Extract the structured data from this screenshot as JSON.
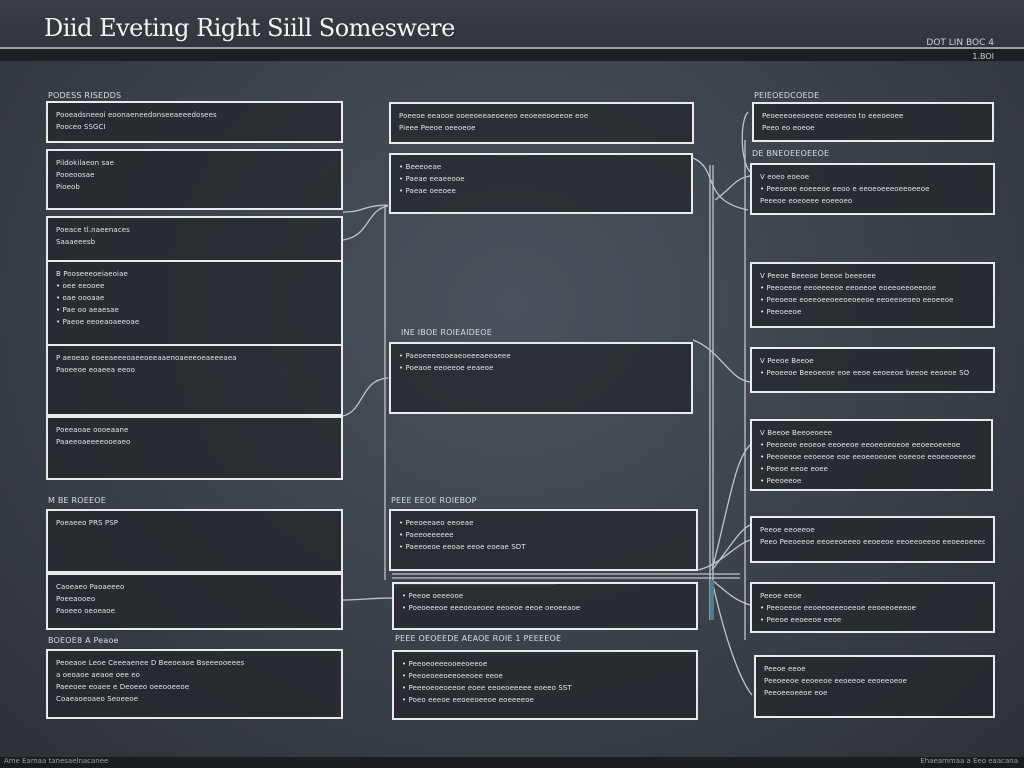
{
  "header": {
    "title": "Diid Eveting Right Siill Someswere",
    "version": "DOT LIN BOC 4",
    "version_sub": "1.BOI"
  },
  "footer": {
    "left": "Ame  Eamaa tanesaelnacanee",
    "right": "Ehaeammaa a  Eeo eaacana"
  },
  "left_column": {
    "title": "PODESS RISEDDS",
    "group1": {
      "lines": [
        "Pooeadsneeoi eoonaeneedonseeaeeedosees",
        "Pooceo SSGCI"
      ]
    },
    "group2": {
      "lines": [
        "Pildokilaeon sae",
        "Pooeoosae",
        "Pioeob"
      ]
    },
    "group3": {
      "lines": [
        "Poeace tl.naeenaces",
        "Saaaeeesb"
      ]
    },
    "group4": {
      "lines": [
        "B Pooseeeoeiaeoiae",
        "• oee eeooee",
        "• oae oooaae",
        "• Pae oo aeaesae",
        "• Paeoe eeoeaoaeeoae"
      ]
    },
    "group5": {
      "lines": [
        "P aeoeao eoeeaeeeoaeeoeeaaenoaeeeoeaeeeaea",
        "Paoeeoe eoaeea eeoo"
      ]
    },
    "group6": {
      "lines": [
        "Poeeaoae oooeaane",
        "Paaeeoaeeeeooeaeo"
      ]
    },
    "section2_title": "M BE  ROEEOE",
    "group7": {
      "lines": [
        "Poeaeeo PRS PSP"
      ]
    },
    "group8": {
      "lines": [
        "Caoeaeo Paoaeeeo",
        "Poeeaooeo",
        "Paoeeo oeoeaoe"
      ]
    },
    "section3_title": "BOEOE8 A  Peaoe",
    "group9": {
      "lines": [
        "Peoeaoe Leoe Ceeeaenee  D Beeoeaoe Bseeeooeees",
        "a oeoaoe aeaoe oee eo",
        "Paeeoee eoaee e Deoeeo oeeooeeoe",
        "Coaeaoeoaeo Seoeeoe"
      ]
    }
  },
  "middle_column": {
    "group1": {
      "lines": [
        "Poeeoe eeaooe ooeeoeeaeoeeeo eeoeeeooeeoe eoe",
        "Pieee Peeoe oeeoeoe"
      ]
    },
    "group2": {
      "lines": [
        "• Beeeoeae",
        "• Paeae eeaeeooe",
        "• Paeae oeeoee"
      ]
    },
    "section2_title": "INE IBOE ROIEAIDEOE",
    "group3": {
      "lines": [
        "• Paeoeeeeooeaeoeeeaeeaeee",
        "• Poeaoe eeoeeoe eeaeoe"
      ]
    },
    "section3_title": "PEEE  EEOE  ROIEBOP",
    "group4": {
      "lines": [
        "• Peeoeeaeo eeoeae",
        "• Paeeoeeeeee",
        "• Paeeoeoe eeoae eeoe eoeae SDT"
      ]
    },
    "group5": {
      "lines": [
        "• Peeoe oeeeooe",
        "• Poeoeeeoe eeeoeaeoee eeoeoe eeoe  oeoeeaoe"
      ]
    },
    "section4_title": "PEEE OEOEEDE  AEAOE ROIE 1 PEEEEOE",
    "group6": {
      "lines": [
        "• Peeoeoeeeooeeoeeoe",
        "• Peeoeoeeoeeoeeoee eeoe",
        "• Peeeoeoeoeeoe eoee eeoeoeeeee eoeeo SST",
        "• Poeo eeeoe eeoeeoeeoe eoeeeeoe"
      ]
    }
  },
  "right_column": {
    "title": "PEIEOEDCOEDE",
    "group1": {
      "lines": [
        "Peoeeeoeeoeeoe eeoeoeo to eeeoeoee",
        "Peeo eo eoeoe"
      ]
    },
    "section2_title": "DE  BNEOEEOEEOE",
    "group2": {
      "lines": [
        "V eoeo eoeoe",
        "• Peeoeoe eoeeeoe eeoo e eeoeoeeeoeeoeeoe",
        "Peeeoe eoeoeee eoeeoeo"
      ]
    },
    "group3": {
      "lines": [
        "V Peeoe  Beeeoe beeoe beeeoee",
        "• Peeoeeoe eeoeeeeoe eeoeeoe eoeeoeeoeeooe",
        "• Peeoeoe eoeeoeeoeeoeoeeoe  eeoeeoeoeo eeoeeoe",
        "• Peeoeeoe"
      ]
    },
    "group4": {
      "lines": [
        "V Peeoe Beeoe",
        "• Peoeeoe Beeoeeoe  eoe  eeoe eeoeeoe beeoe eeoeoe SO"
      ]
    },
    "group5": {
      "lines": [
        "V Beeoe Beeoeoeee",
        "• Peeoeoe eeoeoe eeoeeoe eeoeeoeoeoe eeoeeoeeeoe",
        "• Peeoeeoe eeoeeoe eoe eeoeeoeoee eoeeoe eeoeeoeeeoe",
        "• Peeoe eeoe eoee",
        "• Peeoeeoe"
      ]
    },
    "group6": {
      "lines": [
        "Peeoe eeoeeoe",
        "Peeo  Peeoeeoe eeoeeoeeeo eeoeeoe eeoeeoeeoe eeoeeoeeeoe"
      ]
    },
    "group7": {
      "lines": [
        "Peeoe eeoe",
        "• Peeoeeoe  eeoeeoeeeoeeoe eeoeeoeeeoe",
        "• Peeoe eeoeeoe eeoe"
      ]
    },
    "group8": {
      "lines": [
        "Peeoe eeoe",
        "Peeoeeoe eeoeeoe eeoeeoe eeoeeoeoe",
        "Peeoeeoeeoe eoe"
      ]
    }
  },
  "colors": {
    "box_border": "#e8eaec",
    "background": "#3a4148",
    "wire": "#cfd3d6"
  }
}
